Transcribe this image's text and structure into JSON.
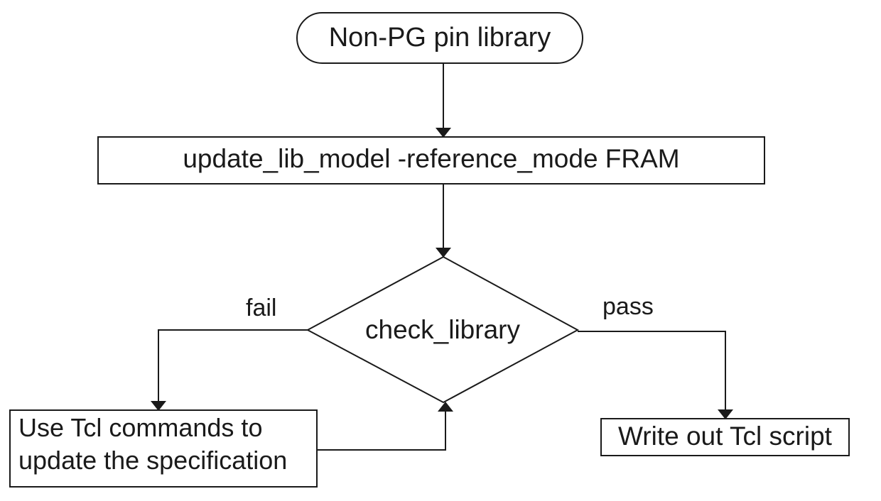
{
  "diagram": {
    "start": {
      "label": "Non-PG pin library"
    },
    "process_update": {
      "label": "update_lib_model -reference_mode FRAM"
    },
    "decision": {
      "label": "check_library"
    },
    "edge_fail": {
      "label": "fail"
    },
    "edge_pass": {
      "label": "pass"
    },
    "process_tcl": {
      "lines": [
        "Use Tcl commands to",
        "update the specification"
      ]
    },
    "output": {
      "label": "Write out Tcl script"
    },
    "stroke_color": "#1a1a1a"
  }
}
